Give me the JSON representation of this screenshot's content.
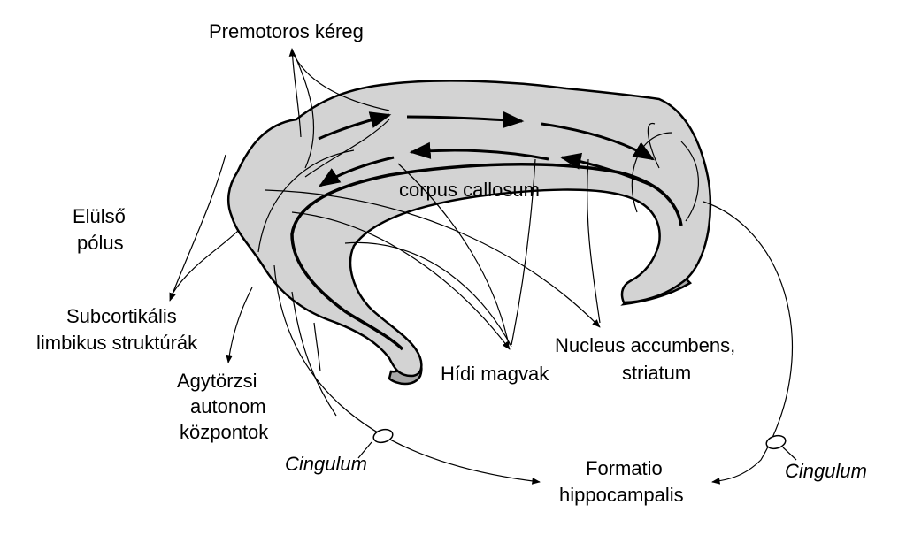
{
  "labels": {
    "premotor": "Premotoros kéreg",
    "anterior_pole_1": "Elülső",
    "anterior_pole_2": "pólus",
    "subcortical_1": "Subcortikális",
    "subcortical_2": "limbikus struktúrák",
    "brainstem_1": "Agytörzsi",
    "brainstem_2": "autonom",
    "brainstem_3": "központok",
    "corpus_callosum": "corpus callosum",
    "pontine": "Hídi magvak",
    "accumbens_1": "Nucleus accumbens,",
    "accumbens_2": "striatum",
    "cingulum_left": "Cingulum",
    "cingulum_right": "Cingulum",
    "hippocampal_1": "Formatio",
    "hippocampal_2": "hippocampalis"
  },
  "colors": {
    "gyrus_fill": "#d3d3d3",
    "shadow_fill": "#a8a8a8",
    "line": "#000000",
    "background": "#ffffff"
  }
}
